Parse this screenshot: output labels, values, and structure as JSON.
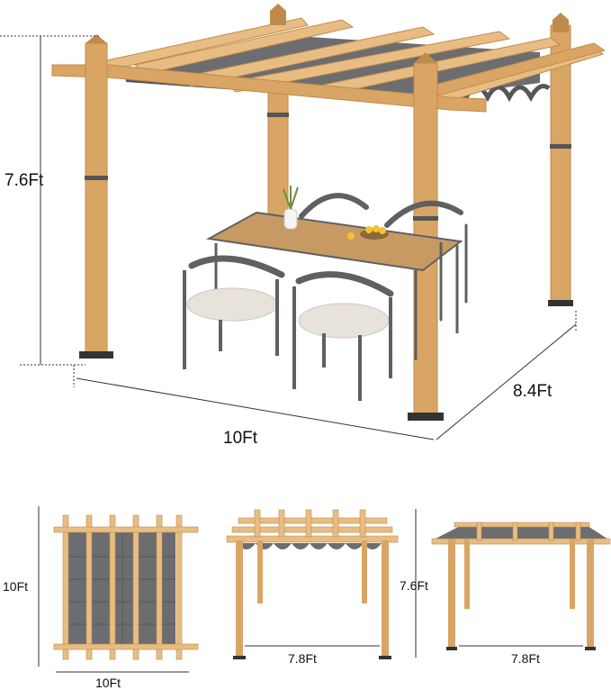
{
  "dimensions": {
    "main_height": "7.6Ft",
    "main_depth": "8.4Ft",
    "main_width": "10Ft",
    "top_view_side": "10Ft",
    "top_view_bottom": "10Ft",
    "front_view_height": "7.6Ft",
    "front_view_width": "7.8Ft",
    "side_view_width": "7.8Ft"
  },
  "colors": {
    "wood": "#d9a565",
    "wood_dark": "#c08a4a",
    "wood_light": "#e8bd84",
    "canopy": "#6b6d70",
    "canopy_dark": "#55575a",
    "metal": "#5f6063",
    "cushion": "#e7e2da",
    "table_top": "#c79a63",
    "line": "#333333"
  }
}
